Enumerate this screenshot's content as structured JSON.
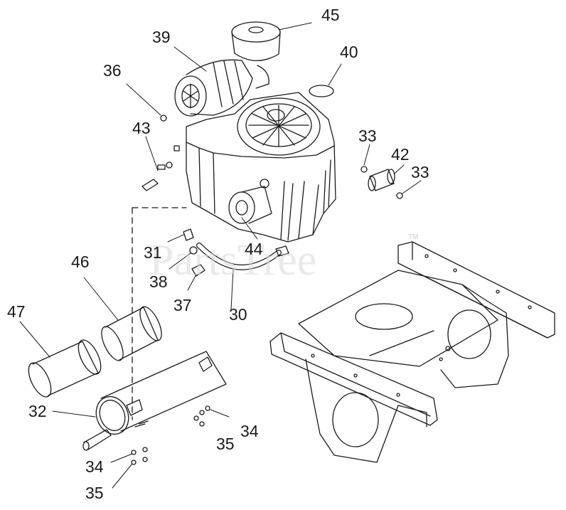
{
  "watermark": {
    "text": "PartsTree",
    "tm": "TM"
  },
  "callouts": {
    "c45": "45",
    "c39": "39",
    "c40": "40",
    "c36": "36",
    "c43": "43",
    "c33a": "33",
    "c42": "42",
    "c33b": "33",
    "c31": "31",
    "c44": "44",
    "c38": "38",
    "c46": "46",
    "c37": "37",
    "c30": "30",
    "c47": "47",
    "c32": "32",
    "c34a": "34",
    "c35a": "35",
    "c34b": "34",
    "c35b": "35"
  },
  "colors": {
    "line": "#1a1a1a",
    "ink": "#222222"
  }
}
